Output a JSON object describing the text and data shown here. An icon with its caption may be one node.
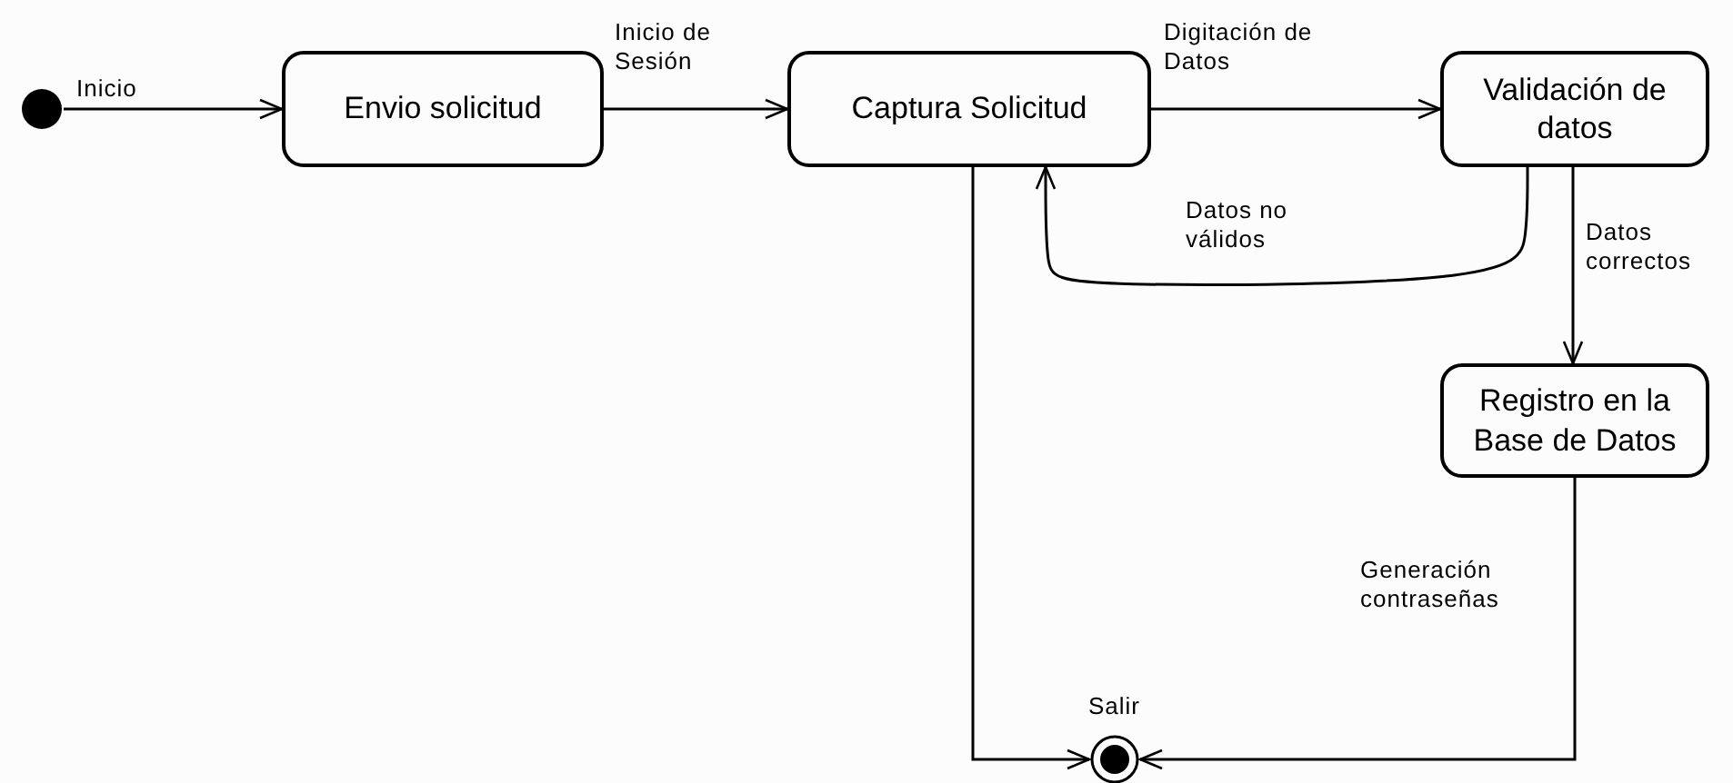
{
  "diagram": {
    "nodes": [
      {
        "text": [],
        "shape": "circle"
      },
      {
        "text": [
          "Envio solicitud"
        ]
      },
      {
        "text": [
          "Captura Solicitud"
        ]
      },
      {
        "text": [
          "Validación de datos"
        ]
      },
      {
        "text": [
          "Registro en la Base de Datos"
        ]
      },
      {
        "text": [],
        "shape": "circle",
        "beside": [
          "Salir"
        ]
      }
    ],
    "edges": [
      {
        "from": 0,
        "to": 1,
        "arrow": "to",
        "label": "Inicio"
      },
      {
        "from": 1,
        "to": 2,
        "arrow": "to",
        "label": "Inicio de Sesión"
      },
      {
        "from": 2,
        "to": 3,
        "arrow": "to",
        "label": "Digitación de Datos"
      },
      {
        "from": 3,
        "to": 2,
        "arrow": "to",
        "label": "Datos no válidos"
      },
      {
        "from": 3,
        "to": 4,
        "arrow": "to",
        "label": "Datos correctos"
      },
      {
        "from": 2,
        "to": 5,
        "arrow": "to"
      },
      {
        "from": 4,
        "to": 5,
        "arrow": "to",
        "label": "Generación contraseñas"
      }
    ]
  }
}
